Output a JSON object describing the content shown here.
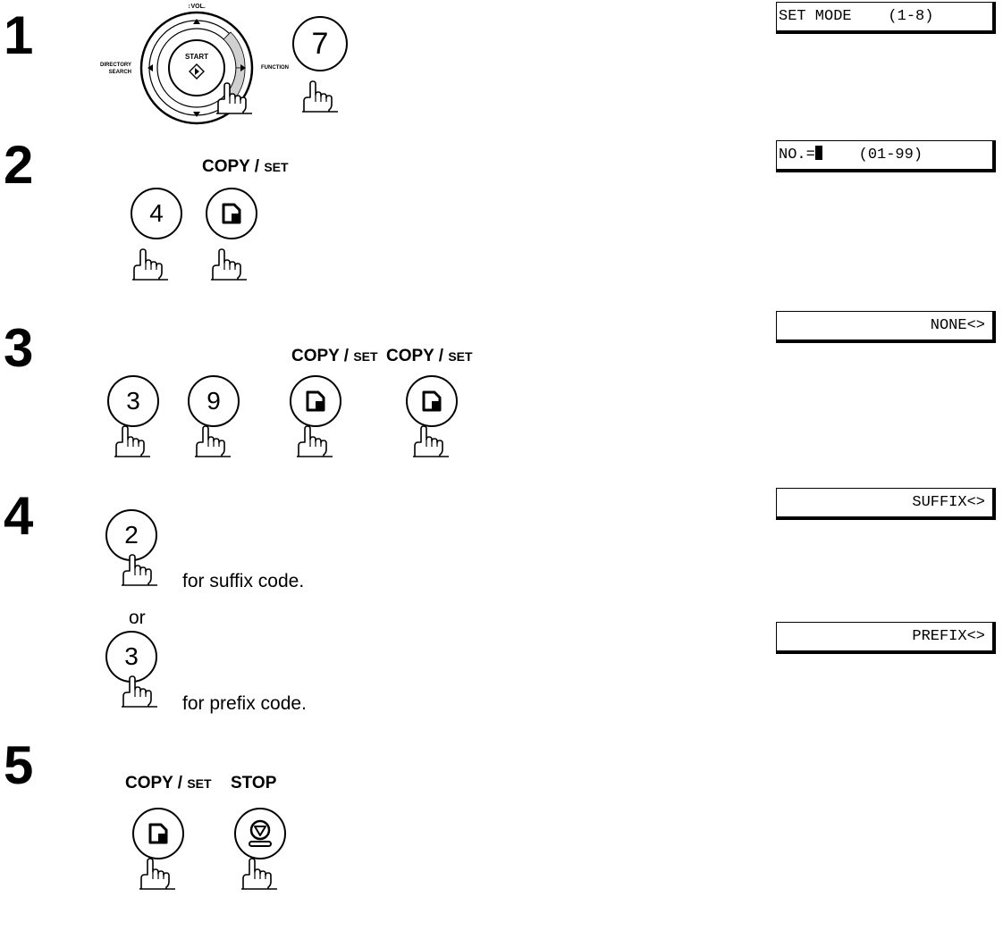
{
  "steps": [
    "1",
    "2",
    "3",
    "4",
    "5"
  ],
  "panel": {
    "vol_label": "↕VOL.",
    "directory_search_line1": "DIRECTORY",
    "directory_search_line2": "SEARCH",
    "function_label": "FUNCTION",
    "start_label": "START"
  },
  "keys": {
    "step1_key": "7",
    "step2_key": "4",
    "step3_key1": "3",
    "step3_key2": "9",
    "step4_key_suffix": "2",
    "step4_key_prefix": "3"
  },
  "labels": {
    "copy": "COPY /",
    "set": "SET",
    "stop": "STOP"
  },
  "text": {
    "for_suffix": "for suffix code.",
    "or": "or",
    "for_prefix": "for prefix code."
  },
  "lcd": {
    "set_mode": "SET MODE    (1-8)",
    "no_prefix": "NO.=",
    "no_range": "    (01-99)",
    "none": "NONE<>",
    "suffix": "SUFFIX<>",
    "prefix": "PREFIX<>"
  },
  "icons": {
    "hand": "pointing-hand-icon",
    "copy_set": "copy-set-icon",
    "stop": "stop-icon",
    "start": "start-icon"
  }
}
